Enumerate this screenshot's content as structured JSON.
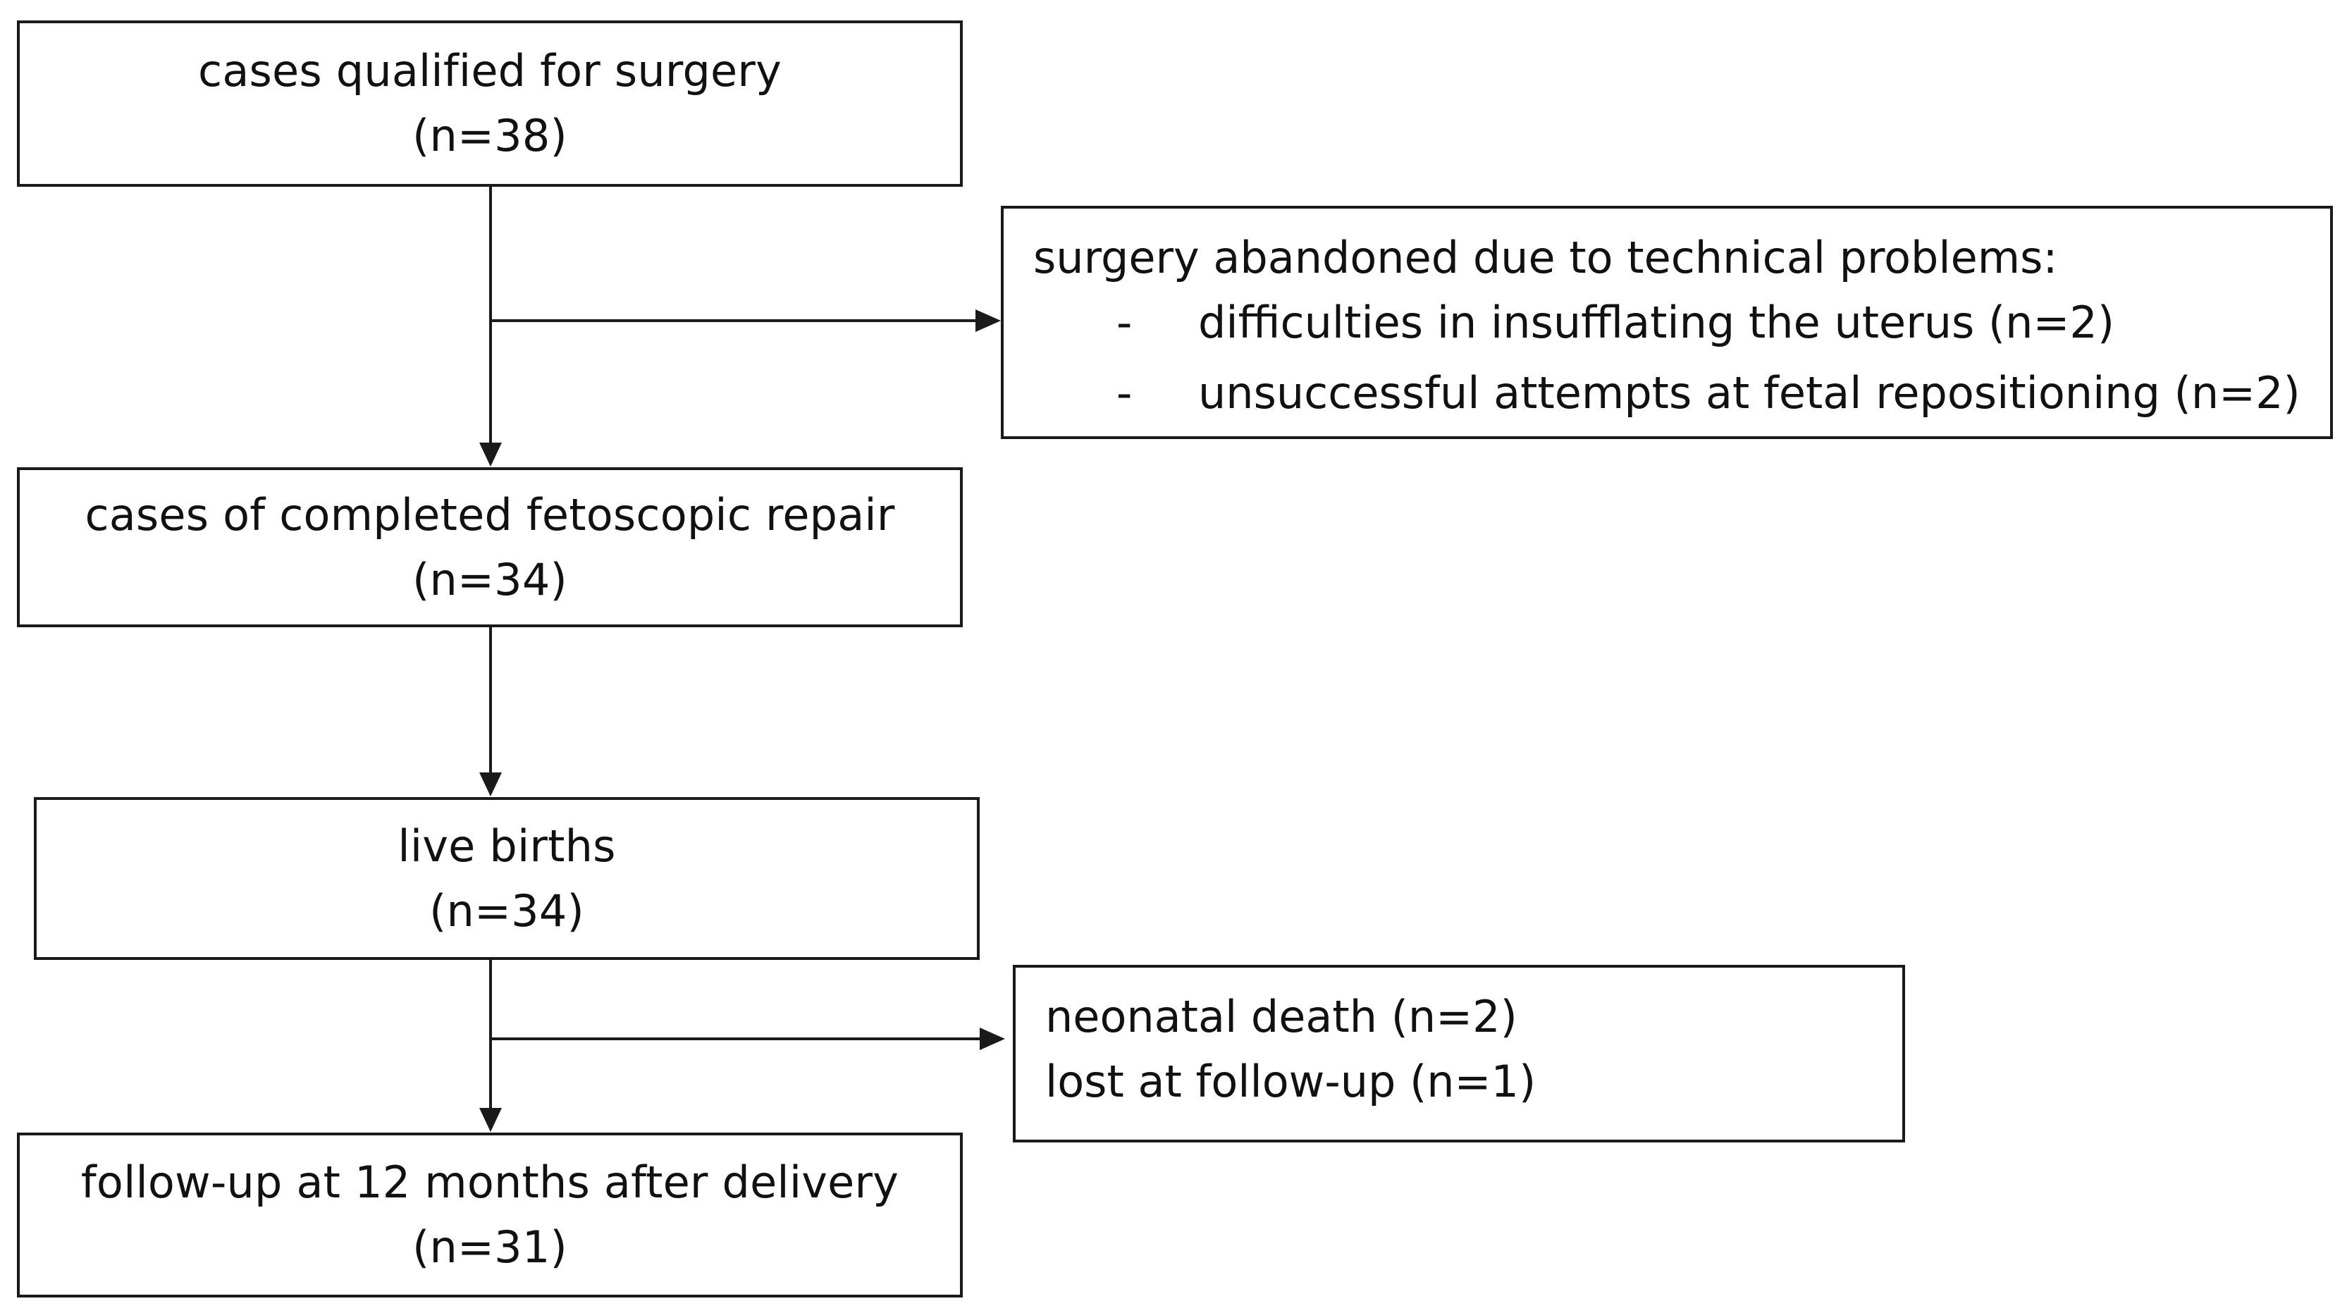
{
  "flowchart": {
    "qualified": {
      "title": "cases qualified for surgery",
      "count": "(n=38)"
    },
    "abandoned": {
      "title": "surgery abandoned due to technical problems:",
      "items": [
        {
          "dash": "-",
          "text": "difficulties in insufflating the uterus (n=2)"
        },
        {
          "dash": "-",
          "text": "unsuccessful attempts at fetal repositioning (n=2)"
        }
      ]
    },
    "completed": {
      "title": "cases of completed fetoscopic repair",
      "count": "(n=34)"
    },
    "live_births": {
      "title": "live births",
      "count": "(n=34)"
    },
    "excluded": {
      "lines": [
        "neonatal death (n=2)",
        "lost at follow-up (n=1)"
      ]
    },
    "followup": {
      "title": "follow-up at 12 months after delivery",
      "count": "(n=31)"
    }
  }
}
